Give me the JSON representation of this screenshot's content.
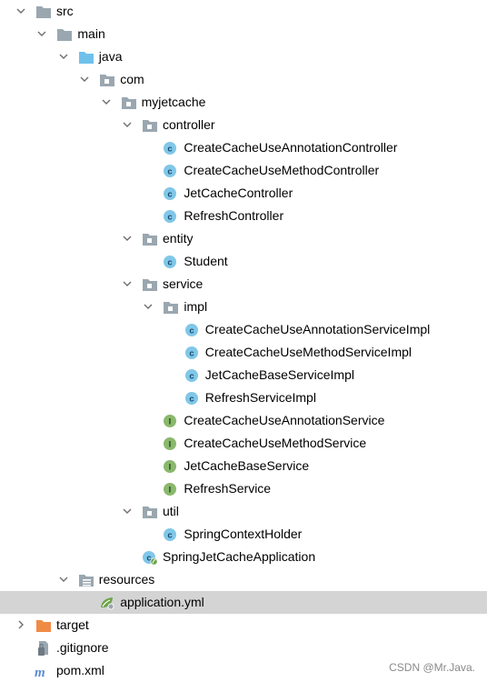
{
  "tree": [
    {
      "label": "src",
      "depth": 0,
      "arrow": "down",
      "icon": "folder-gray"
    },
    {
      "label": "main",
      "depth": 1,
      "arrow": "down",
      "icon": "folder-gray"
    },
    {
      "label": "java",
      "depth": 2,
      "arrow": "down",
      "icon": "folder-blue"
    },
    {
      "label": "com",
      "depth": 3,
      "arrow": "down",
      "icon": "package"
    },
    {
      "label": "myjetcache",
      "depth": 4,
      "arrow": "down",
      "icon": "package"
    },
    {
      "label": "controller",
      "depth": 5,
      "arrow": "down",
      "icon": "package"
    },
    {
      "label": "CreateCacheUseAnnotationController",
      "depth": 6,
      "arrow": "none",
      "icon": "class"
    },
    {
      "label": "CreateCacheUseMethodController",
      "depth": 6,
      "arrow": "none",
      "icon": "class"
    },
    {
      "label": "JetCacheController",
      "depth": 6,
      "arrow": "none",
      "icon": "class"
    },
    {
      "label": "RefreshController",
      "depth": 6,
      "arrow": "none",
      "icon": "class"
    },
    {
      "label": "entity",
      "depth": 5,
      "arrow": "down",
      "icon": "package"
    },
    {
      "label": "Student",
      "depth": 6,
      "arrow": "none",
      "icon": "class"
    },
    {
      "label": "service",
      "depth": 5,
      "arrow": "down",
      "icon": "package"
    },
    {
      "label": "impl",
      "depth": 6,
      "arrow": "down",
      "icon": "package"
    },
    {
      "label": "CreateCacheUseAnnotationServiceImpl",
      "depth": 7,
      "arrow": "none",
      "icon": "class"
    },
    {
      "label": "CreateCacheUseMethodServiceImpl",
      "depth": 7,
      "arrow": "none",
      "icon": "class"
    },
    {
      "label": "JetCacheBaseServiceImpl",
      "depth": 7,
      "arrow": "none",
      "icon": "class"
    },
    {
      "label": "RefreshServiceImpl",
      "depth": 7,
      "arrow": "none",
      "icon": "class"
    },
    {
      "label": "CreateCacheUseAnnotationService",
      "depth": 6,
      "arrow": "none",
      "icon": "interface"
    },
    {
      "label": "CreateCacheUseMethodService",
      "depth": 6,
      "arrow": "none",
      "icon": "interface"
    },
    {
      "label": "JetCacheBaseService",
      "depth": 6,
      "arrow": "none",
      "icon": "interface"
    },
    {
      "label": "RefreshService",
      "depth": 6,
      "arrow": "none",
      "icon": "interface"
    },
    {
      "label": "util",
      "depth": 5,
      "arrow": "down",
      "icon": "package"
    },
    {
      "label": "SpringContextHolder",
      "depth": 6,
      "arrow": "none",
      "icon": "class"
    },
    {
      "label": "SpringJetCacheApplication",
      "depth": 5,
      "arrow": "none",
      "icon": "spring-class"
    },
    {
      "label": "resources",
      "depth": 2,
      "arrow": "down",
      "icon": "resources-folder"
    },
    {
      "label": "application.yml",
      "depth": 3,
      "arrow": "none",
      "icon": "yml",
      "selected": true
    },
    {
      "label": "target",
      "depth": 0,
      "arrow": "right",
      "icon": "folder-orange"
    },
    {
      "label": ".gitignore",
      "depth": 0,
      "arrow": "none",
      "icon": "gitignore"
    },
    {
      "label": "pom.xml",
      "depth": 0,
      "arrow": "none",
      "icon": "maven"
    }
  ],
  "watermark": "CSDN @Mr.Java.",
  "colors": {
    "selection": "#d4d4d4",
    "class_icon": "#80c7e8",
    "interface_icon": "#8ab86d",
    "folder_blue": "#6fc1eb",
    "folder_orange": "#f08b46",
    "folder_gray": "#9aa7b0"
  }
}
